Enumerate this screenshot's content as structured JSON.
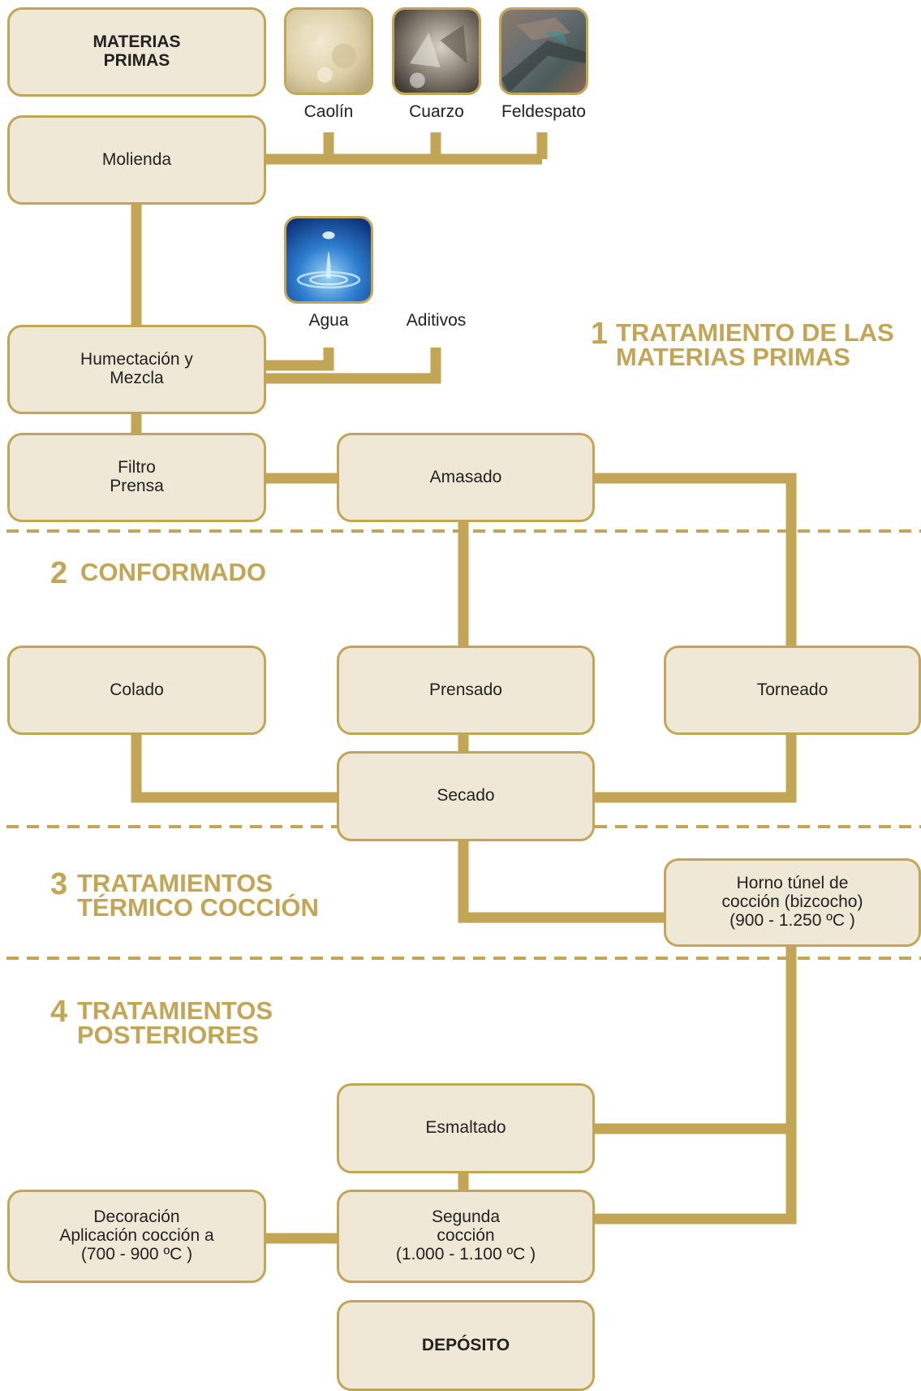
{
  "colors": {
    "accent": "#c2a656",
    "box_fill": "#f0e8d6",
    "text": "#222222"
  },
  "raw_materials": {
    "header": "MATERIAS\nPRIMAS",
    "items": [
      {
        "label": "Caolín",
        "icon": "kaolin-image"
      },
      {
        "label": "Cuarzo",
        "icon": "quartz-image"
      },
      {
        "label": "Feldespato",
        "icon": "feldspar-image"
      }
    ]
  },
  "inputs": {
    "water": "Agua",
    "water_icon": "water-drop-image",
    "additives": "Aditivos"
  },
  "sections": [
    {
      "number": "1",
      "title": "TRATAMIENTO DE LAS\nMATERIAS PRIMAS"
    },
    {
      "number": "2",
      "title": "CONFORMADO"
    },
    {
      "number": "3",
      "title": "TRATAMIENTOS\nTÉRMICO COCCIÓN"
    },
    {
      "number": "4",
      "title": "TRATAMIENTOS\nPOSTERIORES"
    }
  ],
  "steps": {
    "molienda": "Molienda",
    "humectacion": "Humectación y\nMezcla",
    "filtro": "Filtro\nPrensa",
    "amasado": "Amasado",
    "colado": "Colado",
    "prensado": "Prensado",
    "torneado": "Torneado",
    "secado": "Secado",
    "horno": "Horno túnel de\ncocción (bizcocho)\n(900 - 1.250 ºC )",
    "esmaltado": "Esmaltado",
    "segunda": "Segunda\ncocción\n(1.000 - 1.100 ºC )",
    "decoracion": "Decoración\nAplicación cocción a\n(700 - 900 ºC )",
    "deposito": "DEPÓSITO"
  }
}
